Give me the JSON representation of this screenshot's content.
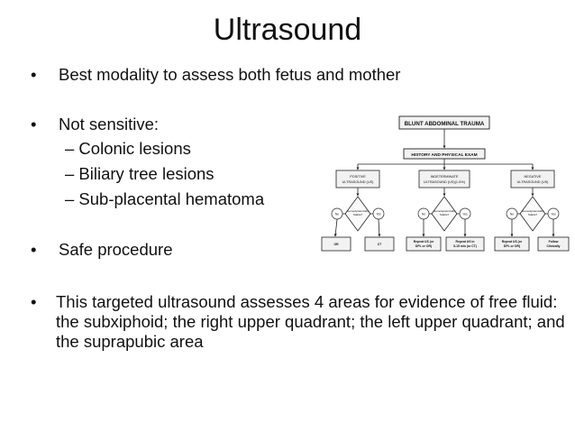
{
  "slide": {
    "title": "Ultrasound",
    "bullets": [
      {
        "symbol": "•",
        "text": "Best modality to assess both fetus and mother"
      },
      {
        "symbol": "•",
        "text": "Not sensitive:"
      },
      {
        "symbol": "•",
        "text": "Safe procedure"
      }
    ],
    "subbullets": [
      "– Colonic lesions",
      "– Biliary tree lesions",
      "– Sub-placental hematoma"
    ],
    "paragraph": {
      "symbol": "•",
      "text": "This targeted ultrasound assesses 4 areas for evidence of free fluid: the subxiphoid; the right upper quadrant; the left upper quadrant; and the suprapubic area"
    }
  },
  "flowchart": {
    "top": "BLUNT ABDOMINAL TRAUMA",
    "exam": "HISTORY AND PHYSICAL EXAM",
    "branches": [
      {
        "line1": "POSITIVE",
        "line2": "ULTRASOUND (US)"
      },
      {
        "line1": "INDETERMINATE",
        "line2": "ULTRASOUND (US)(1-5%)"
      },
      {
        "line1": "NEGATIVE",
        "line2": "ULTRASOUND (US)"
      }
    ],
    "decision": {
      "line1": "Hemodynamically",
      "line2": "Stable?"
    },
    "no": "No",
    "yes": "Yes",
    "outcomes": [
      {
        "line1": "OR",
        "line2": ""
      },
      {
        "line1": "CT",
        "line2": ""
      },
      {
        "line1": "Repeat US (or",
        "line2": "DPL or OR)"
      },
      {
        "line1": "Repeat US in",
        "line2": "5-15 min (or CT)"
      },
      {
        "line1": "Repeat US (or",
        "line2": "DPL or OR)"
      },
      {
        "line1": "Follow",
        "line2": "Clinically"
      }
    ]
  }
}
